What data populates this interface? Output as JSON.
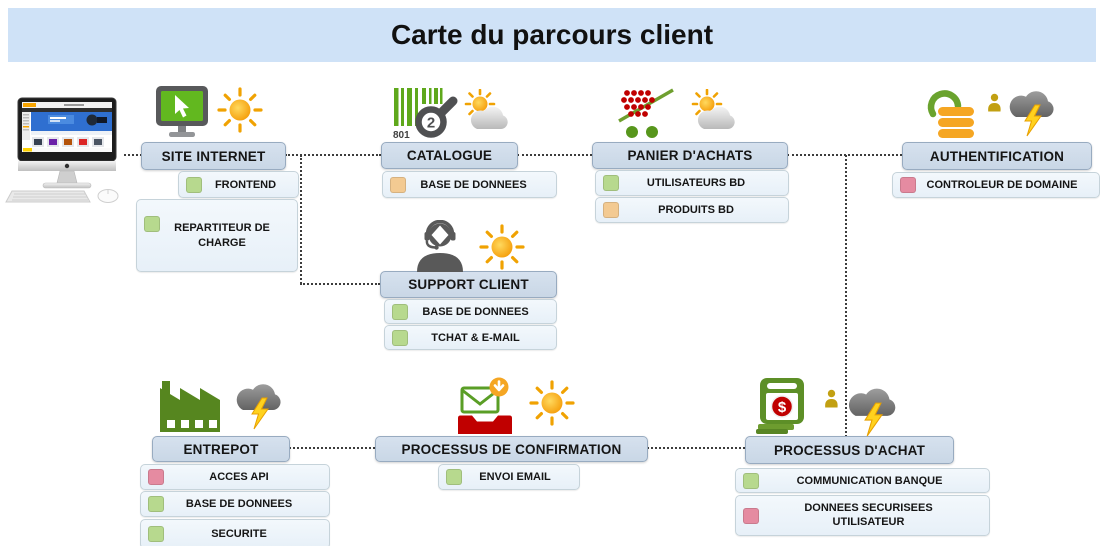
{
  "title": "Carte du parcours client",
  "colors": {
    "banner_bg": "#cfe2f7",
    "node_header_bg": "#c9d7e6",
    "node_header_border": "#98abc0",
    "subbox_bg": "#e7f0f8",
    "subbox_border": "#c6d3da",
    "connector": "#3c3c3c",
    "status_green": "#b7d98e",
    "status_orange": "#f3ca92",
    "status_pink": "#e58ba1"
  },
  "nodes": {
    "site_internet": {
      "label": "SITE INTERNET",
      "icon": "monitor-cursor",
      "weather": "sunny",
      "items": [
        {
          "label": "FRONTEND",
          "status": "green"
        },
        {
          "label": "REPARTITEUR DE CHARGE",
          "status": "green"
        }
      ]
    },
    "catalogue": {
      "label": "CATALOGUE",
      "icon": "barcode-search",
      "weather": "partly-cloudy",
      "icon_text": {
        "barcode_label": "801",
        "magnifier_digit": "2"
      },
      "items": [
        {
          "label": "BASE DE DONNEES",
          "status": "orange"
        }
      ]
    },
    "panier_achats": {
      "label": "PANIER D'ACHATS",
      "icon": "shopping-cart",
      "weather": "partly-cloudy",
      "items": [
        {
          "label": "UTILISATEURS BD",
          "status": "green"
        },
        {
          "label": "PRODUITS BD",
          "status": "orange"
        }
      ]
    },
    "authentification": {
      "label": "AUTHENTIFICATION",
      "icon": "open-padlock",
      "weather": "storm",
      "has_user_icon": true,
      "items": [
        {
          "label": "CONTROLEUR DE DOMAINE",
          "status": "pink"
        }
      ]
    },
    "support_client": {
      "label": "SUPPORT CLIENT",
      "icon": "headset-agent",
      "weather": "sunny",
      "items": [
        {
          "label": "BASE DE DONNEES",
          "status": "green"
        },
        {
          "label": "TCHAT & E-MAIL",
          "status": "green"
        }
      ]
    },
    "entrepot": {
      "label": "ENTREPOT",
      "icon": "factory",
      "weather": "storm",
      "items": [
        {
          "label": "ACCES API",
          "status": "pink"
        },
        {
          "label": "BASE DE DONNEES",
          "status": "green"
        },
        {
          "label": "SECURITE",
          "status": "green"
        }
      ]
    },
    "processus_confirmation": {
      "label": "PROCESSUS DE CONFIRMATION",
      "icon": "email-received",
      "weather": "sunny",
      "items": [
        {
          "label": "ENVOI EMAIL",
          "status": "green"
        }
      ]
    },
    "processus_achat": {
      "label": "PROCESSUS D'ACHAT",
      "icon": "atm-payment",
      "weather": "storm",
      "has_user_icon": true,
      "icon_text": {
        "currency": "$"
      },
      "items": [
        {
          "label": "COMMUNICATION BANQUE",
          "status": "green"
        },
        {
          "label": "DONNEES SECURISEES UTILISATEUR",
          "status": "pink"
        }
      ]
    }
  }
}
